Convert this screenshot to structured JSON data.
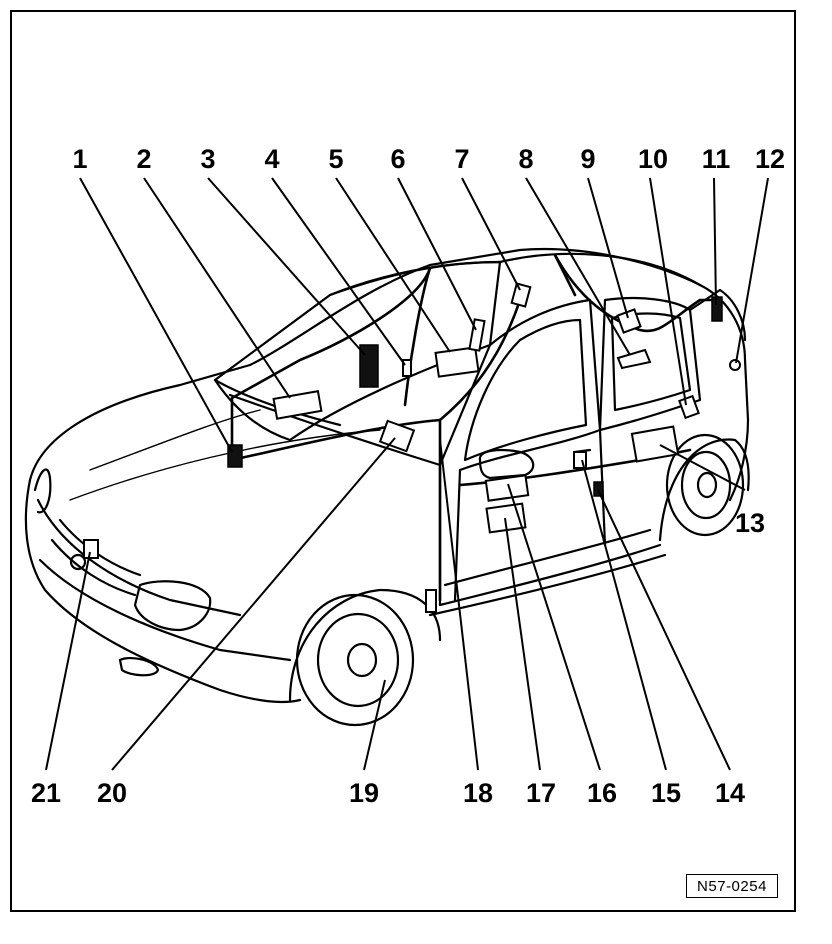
{
  "diagram": {
    "callouts": [
      "1",
      "2",
      "3",
      "4",
      "5",
      "6",
      "7",
      "8",
      "9",
      "10",
      "11",
      "12",
      "13",
      "14",
      "15",
      "16",
      "17",
      "18",
      "19",
      "20",
      "21"
    ],
    "reference_code": "N57-0254"
  }
}
